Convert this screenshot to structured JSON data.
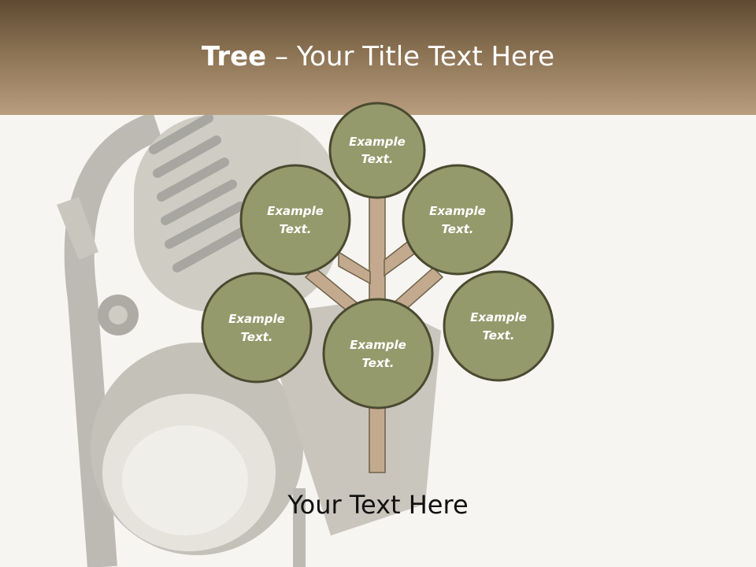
{
  "header": {
    "title_bold": "Tree",
    "title_rest": " – Your Title Text Here"
  },
  "nodes": [
    {
      "label_line1": "Example",
      "label_line2": "Text."
    },
    {
      "label_line1": "Example",
      "label_line2": "Text."
    },
    {
      "label_line1": "Example",
      "label_line2": "Text."
    },
    {
      "label_line1": "Example",
      "label_line2": "Text."
    },
    {
      "label_line1": "Example",
      "label_line2": "Text."
    },
    {
      "label_line1": "Example",
      "label_line2": "Text."
    }
  ],
  "footer": {
    "text": "Your Text Here"
  },
  "colors": {
    "node_fill": "#959a6c",
    "node_stroke": "#4a4a30",
    "trunk": "#c3aa8e",
    "header": "#8f7656"
  },
  "background": {
    "image": "headphones-and-microphone-icon"
  }
}
